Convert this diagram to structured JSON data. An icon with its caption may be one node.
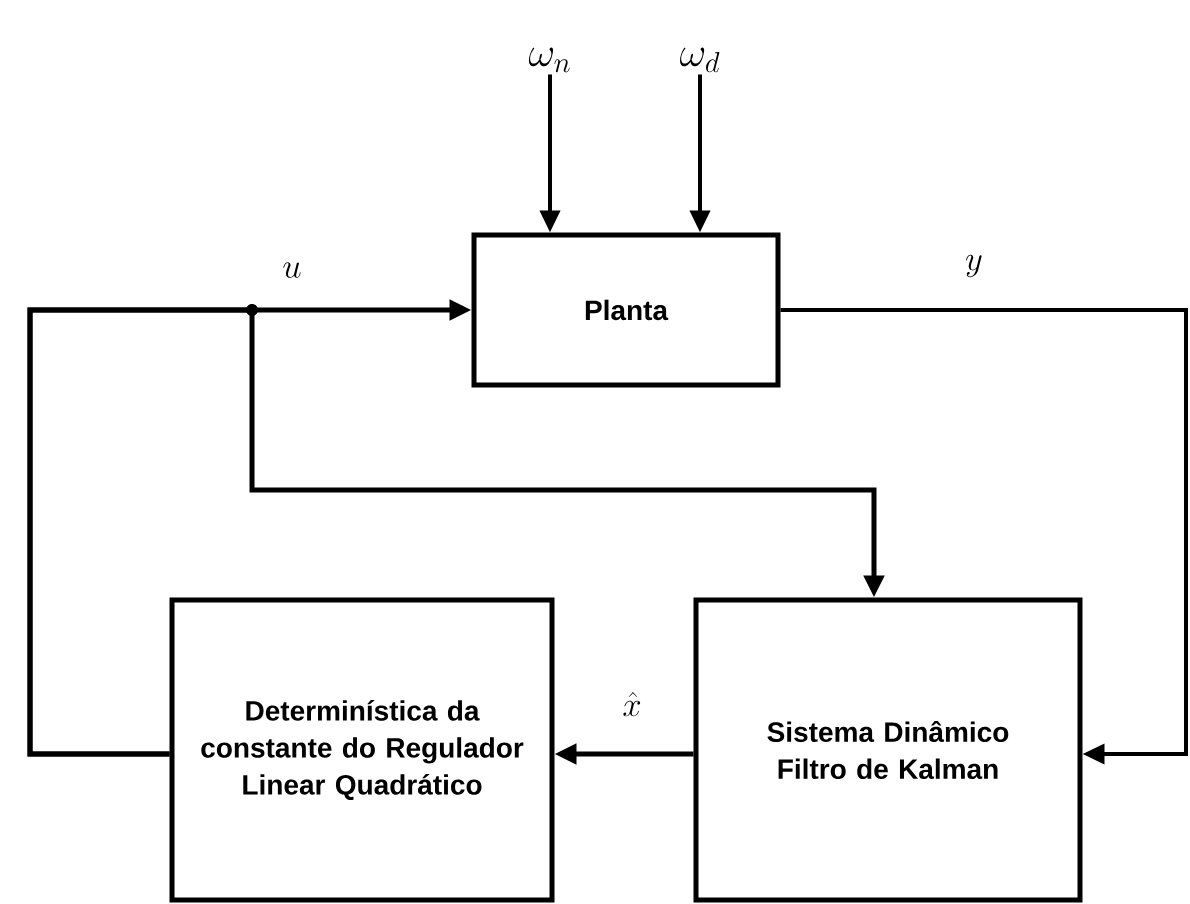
{
  "diagram": {
    "nodes": [
      {
        "text": [
          "Planta"
        ]
      },
      {
        "text": [
          "Determinística da constante do Regulador Linear Quadrático"
        ]
      },
      {
        "text": [
          "Sistema Dinâmico Filtro de Kalman"
        ]
      },
      {
        "text": [
          "\\omega_n"
        ]
      },
      {
        "text": [
          "\\omega_d"
        ]
      }
    ],
    "edges": [
      {
        "from": 1,
        "to": 0,
        "arrow": "to",
        "label": "u"
      },
      {
        "from": 1,
        "to": 2,
        "arrow": "to"
      },
      {
        "from": 0,
        "to": 2,
        "arrow": "to",
        "label": "y"
      },
      {
        "from": 2,
        "to": 1,
        "arrow": "to",
        "label": "\\hat{x}"
      },
      {
        "from": 3,
        "to": 0,
        "arrow": "to"
      },
      {
        "from": 4,
        "to": 0,
        "arrow": "to"
      }
    ]
  }
}
